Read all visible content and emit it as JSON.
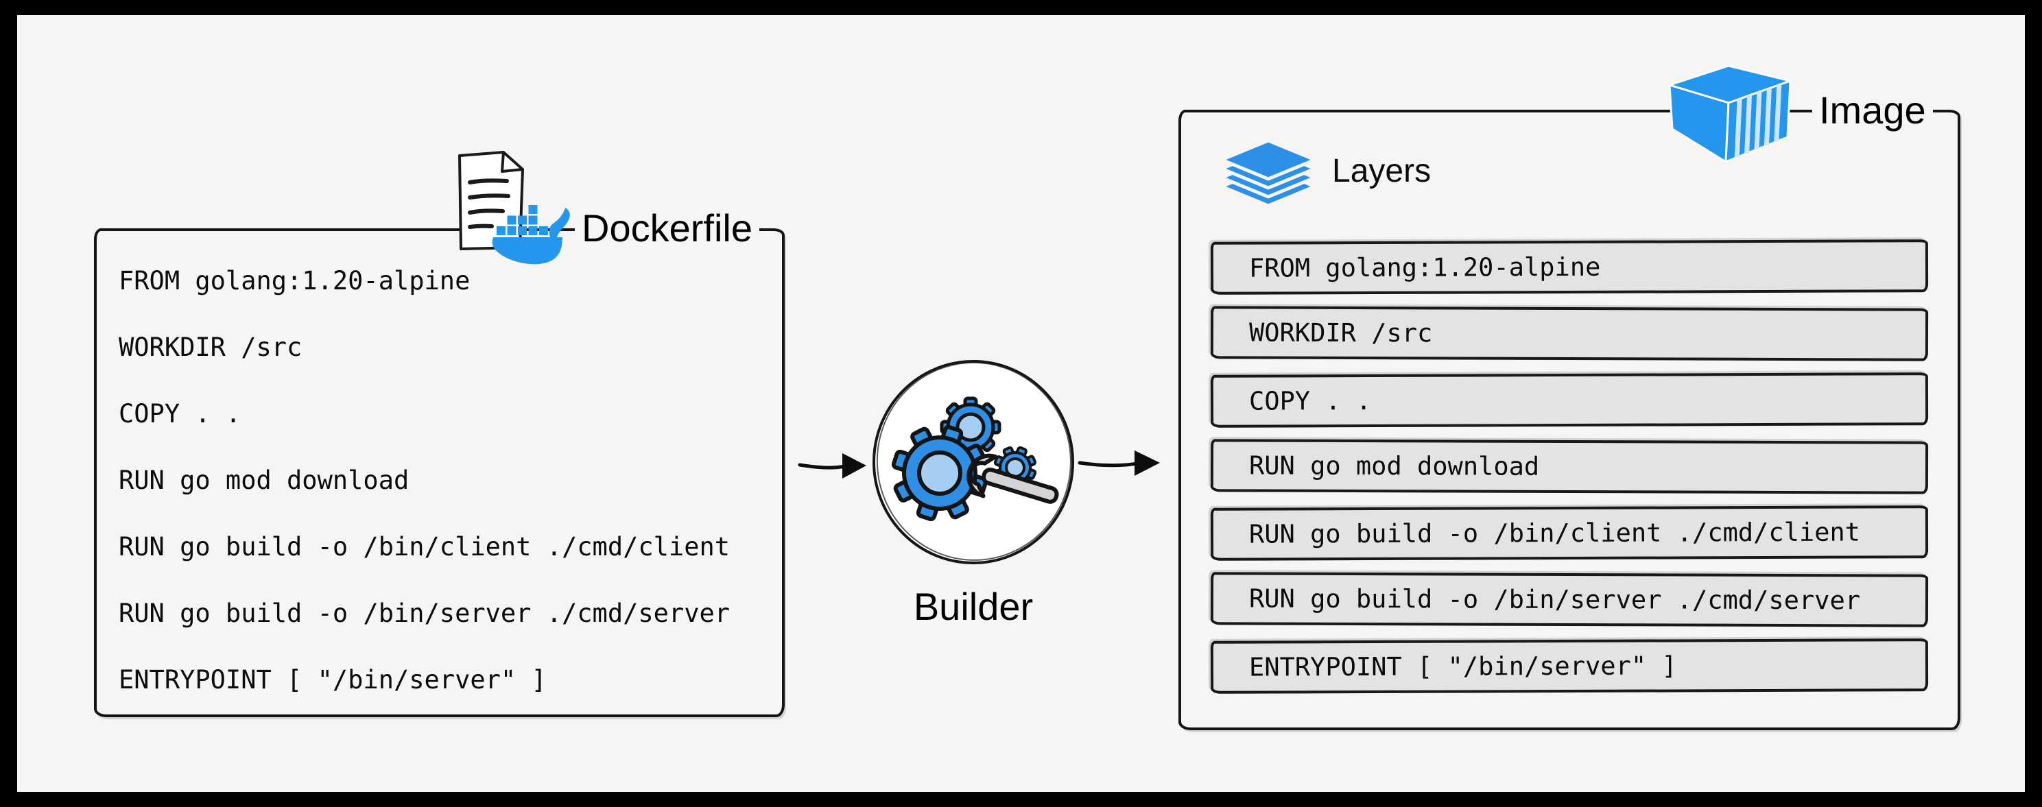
{
  "colors": {
    "background": "#f6f5f3",
    "frame": "#000000",
    "ink": "#151515",
    "docker_blue": "#2496ED",
    "gear_fill": "#2e8fe4",
    "gear_core": "#a6cdf2",
    "wrench_gray": "#d4d4d7",
    "layer_row_bg": "#e3e3e1"
  },
  "dockerfile_panel": {
    "title": "Dockerfile",
    "lines": [
      "FROM golang:1.20-alpine",
      "WORKDIR /src",
      "COPY . .",
      "RUN go mod download",
      "RUN go build -o /bin/client ./cmd/client",
      "RUN go build -o /bin/server ./cmd/server",
      "ENTRYPOINT [ \"/bin/server\" ]"
    ]
  },
  "builder": {
    "label": "Builder"
  },
  "image_panel": {
    "title": "Image",
    "layers_label": "Layers",
    "layers": [
      "FROM golang:1.20-alpine",
      "WORKDIR /src",
      "COPY . .",
      "RUN go mod download",
      "RUN go build -o /bin/client ./cmd/client",
      "RUN go build -o /bin/server ./cmd/server",
      "ENTRYPOINT [ \"/bin/server\" ]"
    ]
  }
}
